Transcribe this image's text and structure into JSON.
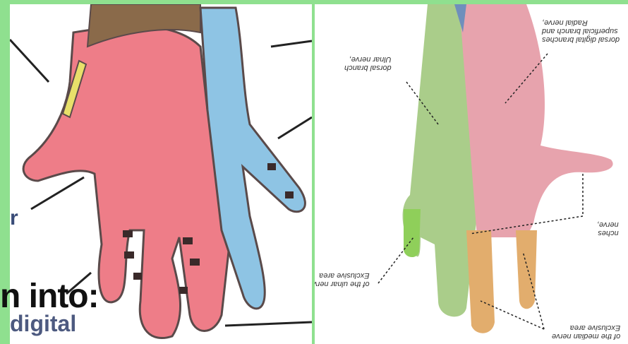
{
  "slide": {
    "overlay_text": "n into:",
    "digital_text": "digital",
    "partial_letter": "r"
  },
  "labels": {
    "ulnar_dorsal": [
      "Ulnar nerve,",
      "dorsal branch"
    ],
    "radial_superficial": [
      "Radial nerve,",
      "superficial branch and",
      "dorsal digital branches"
    ],
    "median_nerve_partial": [
      "nerve,",
      "nches"
    ],
    "exclusive_ulnar": [
      "Exclusive area",
      "of the ulnar nerve"
    ],
    "exclusive_median": [
      "Exclusive area",
      "of the median nerve"
    ]
  },
  "colors": {
    "background": "#8fe08f",
    "radial_pink": "#ee7d88",
    "ulnar_blue": "#8ec4e4",
    "brown": "#8a6a4a",
    "yellow": "#e8e06a",
    "photo_green": "#aacd8a",
    "photo_pink": "#e7a3ad",
    "photo_orange": "#e2ad6d"
  }
}
